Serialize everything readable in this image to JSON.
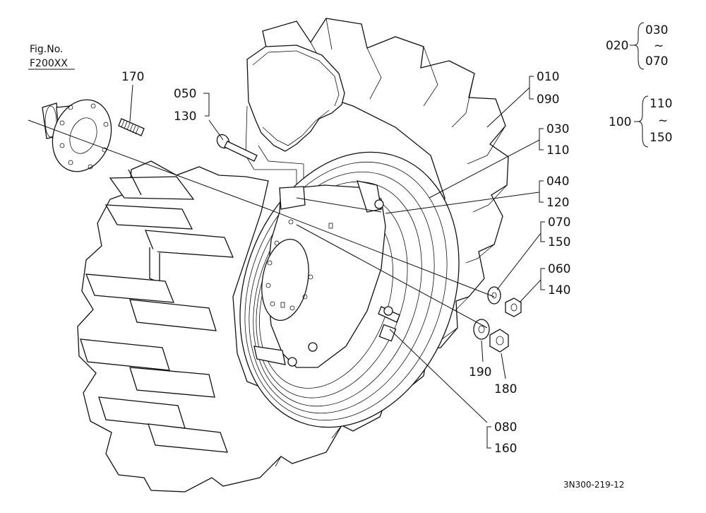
{
  "figure": {
    "fig_label": "Fig.No.",
    "fig_number": "F200XX",
    "drawing_code": "3N300-219-12"
  },
  "callouts": {
    "p170": "170",
    "p050": "050",
    "p130": "130",
    "p010": "010",
    "p090": "090",
    "p030": "030",
    "p110": "110",
    "p040": "040",
    "p120": "120",
    "p070": "070",
    "p150": "150",
    "p060": "060",
    "p140": "140",
    "p190": "190",
    "p180": "180",
    "p080": "080",
    "p160": "160"
  },
  "groups": [
    {
      "parent": "020",
      "from": "030",
      "tilde": "~",
      "to": "070"
    },
    {
      "parent": "100",
      "from": "110",
      "tilde": "~",
      "to": "150"
    }
  ]
}
